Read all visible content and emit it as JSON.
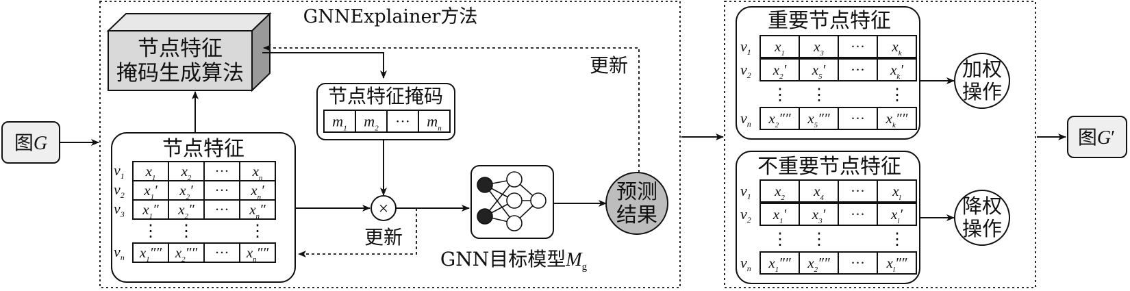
{
  "method": {
    "title": "GNNExplainer方法",
    "generator_line1": "节点特征",
    "generator_line2": "掩码生成算法",
    "update_top": "更新",
    "update_bottom": "更新",
    "features_title": "节点特征",
    "mask_title": "节点特征掩码",
    "model_label": "GNN目标模型",
    "model_symbol": "M",
    "model_subscript": "g",
    "predict_line1": "预测",
    "predict_line2": "结果"
  },
  "input_graph": {
    "prefix": "图",
    "symbol": "G"
  },
  "output_graph": {
    "prefix": "图",
    "symbol": "G",
    "prime": "′"
  },
  "feature_matrix": {
    "rows": [
      {
        "v": "v",
        "vs": "1",
        "cells": [
          {
            "b": "x",
            "s": "1",
            "p": ""
          },
          {
            "b": "x",
            "s": "2",
            "p": ""
          },
          {
            "t": "···"
          },
          {
            "b": "x",
            "s": "n",
            "p": ""
          }
        ]
      },
      {
        "v": "v",
        "vs": "2",
        "cells": [
          {
            "b": "x",
            "s": "1",
            "p": "′"
          },
          {
            "b": "x",
            "s": "2",
            "p": "′"
          },
          {
            "t": "···"
          },
          {
            "b": "x",
            "s": "n",
            "p": "′"
          }
        ]
      },
      {
        "v": "v",
        "vs": "3",
        "cells": [
          {
            "b": "x",
            "s": "1",
            "p": "″"
          },
          {
            "b": "x",
            "s": "2",
            "p": "″"
          },
          {
            "t": "···"
          },
          {
            "b": "x",
            "s": "n",
            "p": "″"
          }
        ]
      },
      {
        "v": "v",
        "vs": "n",
        "cells": [
          {
            "b": "x",
            "s": "1",
            "p": "″″"
          },
          {
            "b": "x",
            "s": "2",
            "p": "″″"
          },
          {
            "t": "···"
          },
          {
            "b": "x",
            "s": "n",
            "p": "″″"
          }
        ]
      }
    ]
  },
  "mask_vector": {
    "cells": [
      {
        "b": "m",
        "s": "1",
        "p": ""
      },
      {
        "b": "m",
        "s": "2",
        "p": ""
      },
      {
        "t": "···"
      },
      {
        "b": "m",
        "s": "n",
        "p": ""
      }
    ]
  },
  "important": {
    "title": "重要节点特征",
    "op_line1": "加权",
    "op_line2": "操作",
    "rows": [
      {
        "v": "v",
        "vs": "1",
        "cells": [
          {
            "b": "x",
            "s": "1",
            "p": ""
          },
          {
            "b": "x",
            "s": "3",
            "p": ""
          },
          {
            "t": "···"
          },
          {
            "b": "x",
            "s": "k",
            "p": ""
          }
        ]
      },
      {
        "v": "v",
        "vs": "2",
        "cells": [
          {
            "b": "x",
            "s": "2",
            "p": "′"
          },
          {
            "b": "x",
            "s": "5",
            "p": "′"
          },
          {
            "t": "···"
          },
          {
            "b": "x",
            "s": "k",
            "p": "′"
          }
        ]
      },
      {
        "v": "v",
        "vs": "n",
        "cells": [
          {
            "b": "x",
            "s": "2",
            "p": "″″"
          },
          {
            "b": "x",
            "s": "5",
            "p": "″″"
          },
          {
            "t": "···"
          },
          {
            "b": "x",
            "s": "k",
            "p": "″″"
          }
        ]
      }
    ]
  },
  "unimportant": {
    "title": "不重要节点特征",
    "op_line1": "降权",
    "op_line2": "操作",
    "rows": [
      {
        "v": "v",
        "vs": "1",
        "cells": [
          {
            "b": "x",
            "s": "2",
            "p": ""
          },
          {
            "b": "x",
            "s": "4",
            "p": ""
          },
          {
            "t": "···"
          },
          {
            "b": "x",
            "s": "l",
            "p": ""
          }
        ]
      },
      {
        "v": "v",
        "vs": "2",
        "cells": [
          {
            "b": "x",
            "s": "1",
            "p": "′"
          },
          {
            "b": "x",
            "s": "3",
            "p": "′"
          },
          {
            "t": "···"
          },
          {
            "b": "x",
            "s": "l",
            "p": "′"
          }
        ]
      },
      {
        "v": "v",
        "vs": "n",
        "cells": [
          {
            "b": "x",
            "s": "1",
            "p": "″″"
          },
          {
            "b": "x",
            "s": "2",
            "p": "″″"
          },
          {
            "t": "···"
          },
          {
            "b": "x",
            "s": "l",
            "p": "″″"
          }
        ]
      }
    ]
  },
  "symbols": {
    "multiply": "×",
    "vdots": "⋮"
  },
  "colors": {
    "box_gray": "#d9d9d9",
    "box_gray_dark": "#9a9a9a",
    "predict_fill": "#bdbdbd",
    "graph_fill": "#efefef",
    "line": "#111111"
  }
}
